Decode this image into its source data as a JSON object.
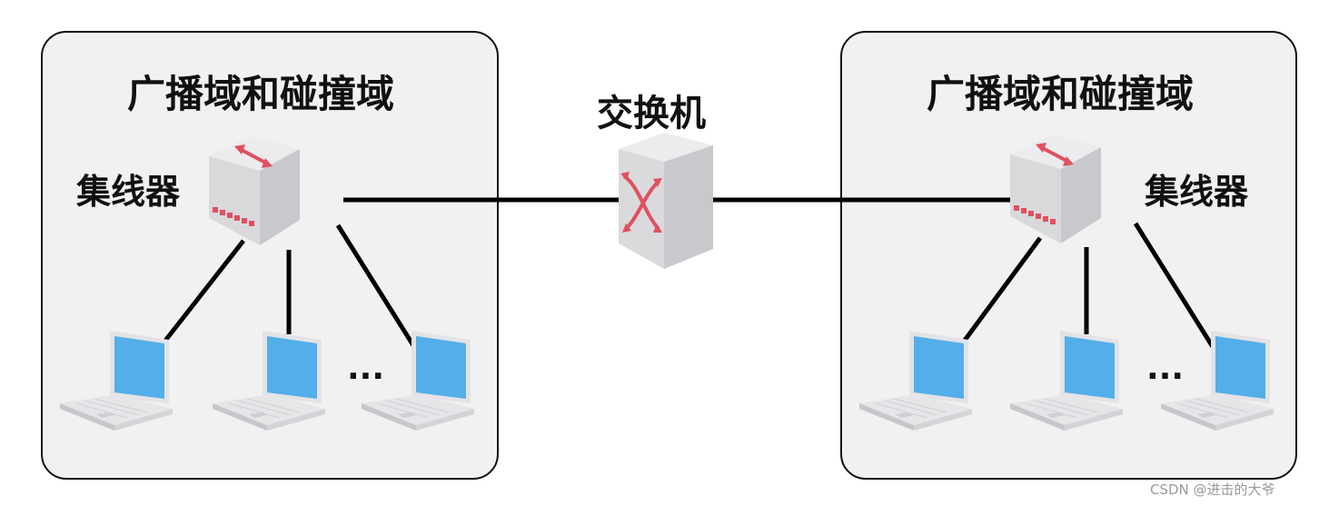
{
  "left_domain": {
    "title": "广播域和碰撞域",
    "hub_label": "集线器",
    "ellipsis": "···"
  },
  "switch": {
    "label": "交换机"
  },
  "right_domain": {
    "title": "广播域和碰撞域",
    "hub_label": "集线器",
    "ellipsis": "···"
  },
  "watermark": "CSDN @进击的大爷",
  "colors": {
    "box_fill": "#f1f1f1",
    "border": "#111111",
    "device_gray": "#dcdcde",
    "arrow_red": "#e0505f",
    "screen_blue": "#54aee9"
  },
  "icons": {
    "hub": "hub-icon",
    "switch": "switch-icon",
    "computer": "laptop-icon"
  }
}
